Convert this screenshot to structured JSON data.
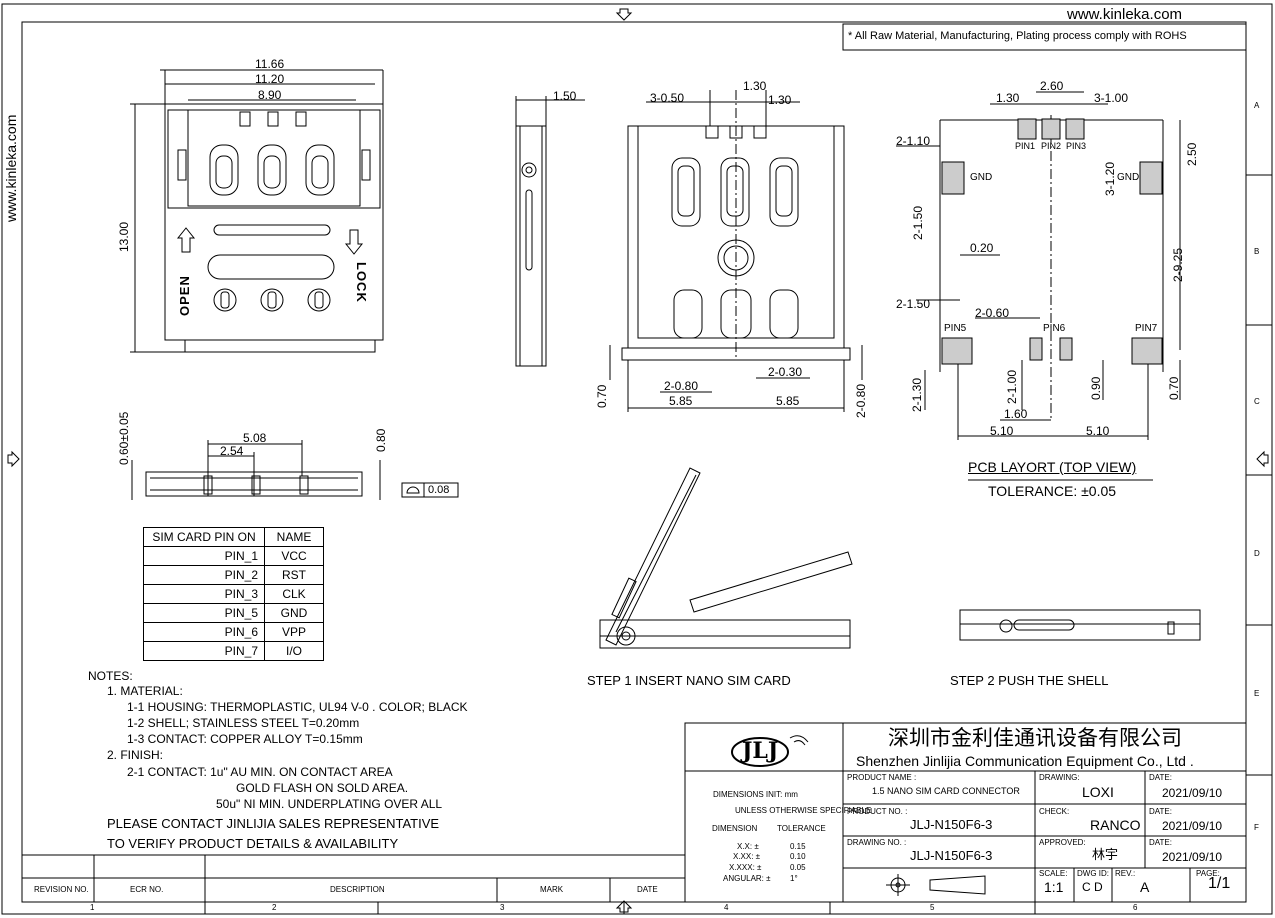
{
  "website": "www.kinleka.com",
  "side_website": "www.kinleka.com",
  "rohs_note": "* All Raw Material, Manufacturing, Plating process comply with ROHS",
  "top_view_dims": {
    "w1": "11.66",
    "w2": "11.20",
    "w3": "8.90",
    "h": "13.00",
    "open": "OPEN",
    "lock": "LOCK"
  },
  "side_view_dims": {
    "w": "1.50"
  },
  "front_view_dims": {
    "d1": "3-0.50",
    "d2": "1.30",
    "d3": "1.30",
    "b1": "2-0.80",
    "b2": "2-0.30",
    "b3": "5.85",
    "b4": "5.85",
    "l1": "0.70",
    "r1": "2-0.80"
  },
  "profile_dims": {
    "h": "0.60±0.05",
    "p1": "5.08",
    "p2": "2.54",
    "h2": "0.80",
    "flat": "0.08"
  },
  "pcb": {
    "d_130": "1.30",
    "d_260": "2.60",
    "d_3_100": "3-1.00",
    "d_2_110": "2-1.10",
    "pin1": "PIN1",
    "pin2": "PIN2",
    "pin3": "PIN3",
    "d_250": "2.50",
    "d_3_120": "3-1.20",
    "gnd1": "GND",
    "gnd2": "GND",
    "d_2_150v": "2-1.50",
    "d_020": "0.20",
    "d_2_925": "2-9.25",
    "d_2_150h": "2-1.50",
    "d_2_060": "2-0.60",
    "pin5": "PIN5",
    "pin6": "PIN6",
    "pin7": "PIN7",
    "d_2_130": "2-1.30",
    "d_2_100": "2-1.00",
    "d_090": "0.90",
    "d_070": "0.70",
    "d_160": "1.60",
    "d_510a": "5.10",
    "d_510b": "5.10",
    "title": "PCB LAYORT (TOP VIEW)",
    "tolerance": "TOLERANCE: ±0.05"
  },
  "pin_table": {
    "headers": [
      "SIM CARD PIN ON",
      "NAME"
    ],
    "rows": [
      [
        "PIN_1",
        "VCC"
      ],
      [
        "PIN_2",
        "RST"
      ],
      [
        "PIN_3",
        "CLK"
      ],
      [
        "PIN_5",
        "GND"
      ],
      [
        "PIN_6",
        "VPP"
      ],
      [
        "PIN_7",
        "I/O"
      ]
    ]
  },
  "steps": {
    "step1": "STEP 1 INSERT NANO SIM CARD",
    "step2": "STEP 2 PUSH THE SHELL"
  },
  "notes": {
    "title": "NOTES:",
    "l1": "1. MATERIAL:",
    "l2": "1-1 HOUSING: THERMOPLASTIC, UL94 V-0 . COLOR; BLACK",
    "l3": "1-2 SHELL; STAINLESS STEEL T=0.20mm",
    "l4": "1-3 CONTACT: COPPER ALLOY T=0.15mm",
    "l5": "2. FINISH:",
    "l6": "2-1 CONTACT: 1u\" AU MIN. ON CONTACT AREA",
    "l7": "GOLD FLASH ON SOLD AREA.",
    "l8": "50u\" NI MIN. UNDERPLATING OVER ALL",
    "l9": "PLEASE CONTACT JINLIJIA SALES REPRESENTATIVE",
    "l10": "TO VERIFY PRODUCT DETAILS & AVAILABILITY"
  },
  "title_block": {
    "logo": "JLJ",
    "company_cn": "深圳市金利佳通讯设备有限公司",
    "company_en": "Shenzhen Jinlijia Communication Equipment Co., Ltd .",
    "dim_unit": "DIMENSIONS INIT: mm",
    "unless": "UNLESS OTHERWISE SPECIFIABLE",
    "dimension": "DIMENSION",
    "tolerance": "TOLERANCE",
    "tol_rows": [
      [
        "X.X: ±",
        "0.15"
      ],
      [
        "X.XX: ±",
        "0.10"
      ],
      [
        "X.XXX: ±",
        "0.05"
      ],
      [
        "ANGULAR: ±",
        "1°"
      ]
    ],
    "product_name_label": "PRODUCT NAME :",
    "product_name": "1.5 NANO SIM CARD CONNECTOR",
    "product_no_label": "PRODUCT NO. :",
    "product_no": "JLJ-N150F6-3",
    "drawing_no_label": "DRAWING NO. :",
    "drawing_no": "JLJ-N150F6-3",
    "drawing_label": "DRAWING:",
    "drawing": "LOXI",
    "check_label": "CHECK:",
    "check": "RANCO",
    "approved_label": "APPROVED:",
    "approved": "林宇",
    "date_label": "DATE:",
    "date1": "2021/09/10",
    "date2": "2021/09/10",
    "date3": "2021/09/10",
    "scale_label": "SCALE:",
    "scale": "1:1",
    "dwg_id_label": "DWG ID:",
    "dwg_id": "C D",
    "rev_label": "REV.:",
    "rev": "A",
    "page_label": "PAGE:",
    "page": "1/1"
  },
  "revision_block": {
    "rev_no": "REVISION NO.",
    "ecr_no": "ECR NO.",
    "description": "DESCRIPTION",
    "mark": "MARK",
    "date": "DATE"
  },
  "zones_bottom": [
    "1",
    "2",
    "3",
    "4",
    "5",
    "6"
  ],
  "zones_right": [
    "A",
    "B",
    "C",
    "D",
    "E",
    "F"
  ]
}
